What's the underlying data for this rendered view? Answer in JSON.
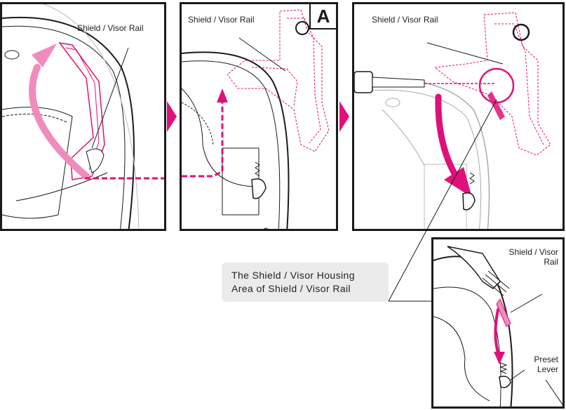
{
  "panels": {
    "p1": {
      "rail_label": "Shield / Visor Rail"
    },
    "p2": {
      "rail_label": "Shield / Visor Rail",
      "marker": "A"
    },
    "p3": {
      "rail_label": "Shield / Visor Rail"
    },
    "p4": {
      "rail_label_line1": "Shield / Visor",
      "rail_label_line2": "Rail",
      "lever_label_line1": "Preset",
      "lever_label_line2": "Lever"
    }
  },
  "callout": {
    "line1": "The  Shield / Visor  Housing",
    "line2": "Area of Shield / Visor  Rail"
  },
  "colors": {
    "accent": "#e0107a",
    "accent_light": "#f08cbc",
    "line": "#1a1a1a",
    "callout_bg": "#ebebeb"
  }
}
